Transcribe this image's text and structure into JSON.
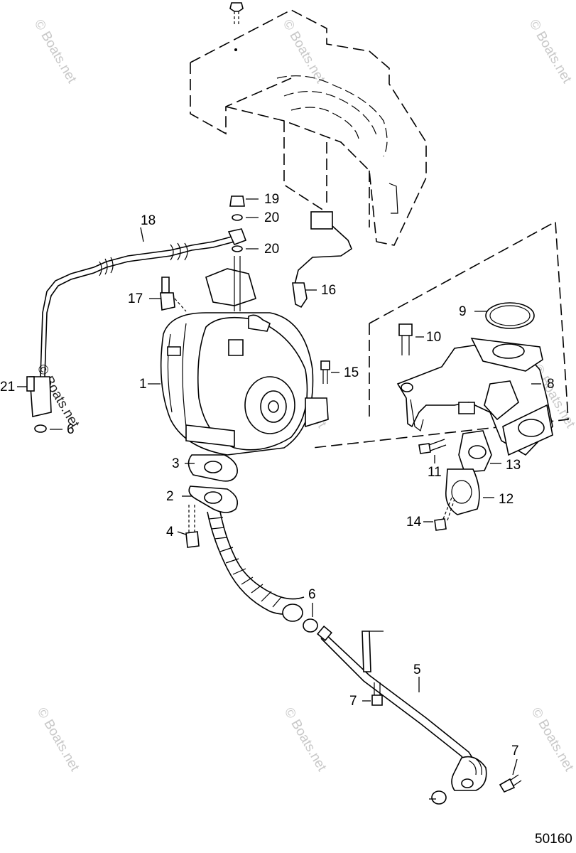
{
  "figure": {
    "number": "50160",
    "watermark": "© Boats.net"
  },
  "callouts": {
    "c1": "1",
    "c2": "2",
    "c3": "3",
    "c4": "4",
    "c5": "5",
    "c6a": "6",
    "c6b": "6",
    "c7a": "7",
    "c7b": "7",
    "c8": "8",
    "c9": "9",
    "c10": "10",
    "c11": "11",
    "c12": "12",
    "c13": "13",
    "c14": "14",
    "c15": "15",
    "c16": "16",
    "c17": "17",
    "c18": "18",
    "c19": "19",
    "c20a": "20",
    "c20b": "20",
    "c21": "21"
  }
}
